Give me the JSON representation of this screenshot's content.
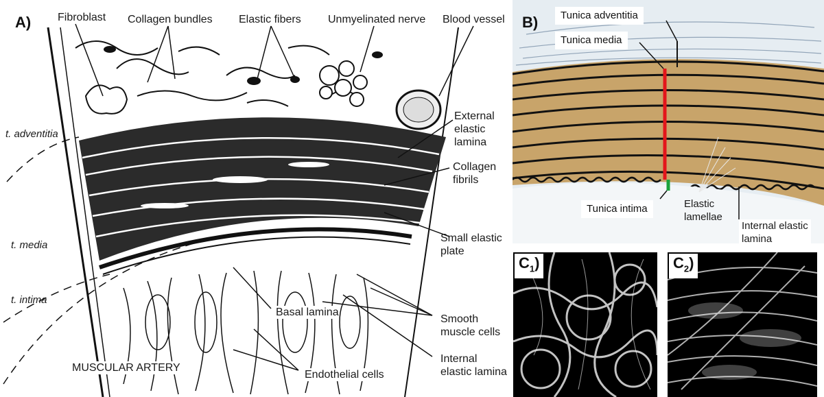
{
  "panelA": {
    "letter": "A)",
    "top_labels": [
      "Fibroblast",
      "Collagen bundles",
      "Elastic fibers",
      "Unmyelinated nerve",
      "Blood vessel"
    ],
    "layer_labels": [
      "t. adventitia",
      "t. media",
      "t. intima"
    ],
    "right_labels": {
      "external_elastic": [
        "External",
        "elastic",
        "lamina"
      ],
      "collagen_fibrils": [
        "Collagen",
        "fibrils"
      ],
      "small_elastic_plate": [
        "Small elastic",
        "plate"
      ],
      "smooth_muscle": [
        "Smooth",
        "muscle cells"
      ],
      "internal_elastic": [
        "Internal",
        "elastic lamina"
      ]
    },
    "basal_lamina": "Basal lamina",
    "endothelial_cells": "Endothelial cells",
    "title": "MUSCULAR ARTERY"
  },
  "panelB": {
    "letter": "B)",
    "tunica_adventitia": "Tunica adventitia",
    "tunica_media": "Tunica media",
    "tunica_intima": "Tunica intima",
    "elastic_lamellae": [
      "Elastic",
      "lamellae"
    ],
    "internal_elastic_lamina": [
      "Internal elastic",
      "lamina"
    ],
    "colors": {
      "media_marker": "#e3161b",
      "intima_marker": "#1aa33b",
      "tissue": "#c8a46a"
    }
  },
  "panelC": {
    "c1": {
      "base": "C",
      "sub": "1",
      "suffix": ")"
    },
    "c2": {
      "base": "C",
      "sub": "2",
      "suffix": ")"
    }
  }
}
